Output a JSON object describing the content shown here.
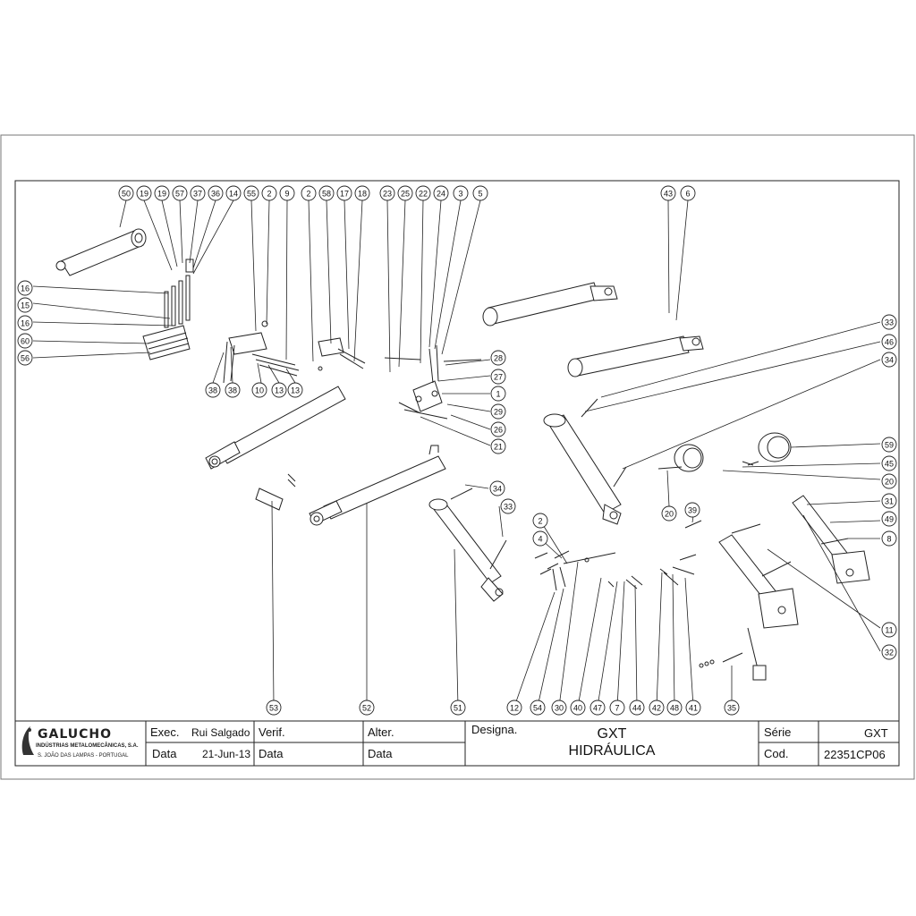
{
  "title_block": {
    "company": {
      "name": "GALUCHO",
      "line1": "INDÚSTRIAS METALOMECÂNICAS, S.A.",
      "line2": "S. JOÃO DAS LAMPAS - PORTUGAL"
    },
    "exec_label": "Exec.",
    "exec_value": "Rui Salgado",
    "exec_date_label": "Data",
    "exec_date_value": "21-Jun-13",
    "verif_label": "Verif.",
    "verif_date_label": "Data",
    "alter_label": "Alter.",
    "alter_date_label": "Data",
    "designa_label": "Designa.",
    "designa_line1": "GXT",
    "designa_line2": "HIDRÁULICA",
    "serie_label": "Série",
    "serie_value": "GXT",
    "cod_label": "Cod.",
    "cod_value": "22351CP06"
  },
  "balloons": {
    "top_row": [
      "50",
      "19",
      "19",
      "57",
      "37",
      "36",
      "14",
      "55",
      "2",
      "9",
      "2",
      "58",
      "17",
      "18",
      "23",
      "25",
      "22",
      "24",
      "3",
      "5",
      "43",
      "6"
    ],
    "left_col": [
      "16",
      "15",
      "16",
      "60",
      "56"
    ],
    "under_valve": [
      "38",
      "38",
      "10",
      "13",
      "13"
    ],
    "center_right": [
      "28",
      "27",
      "1",
      "29",
      "26",
      "21"
    ],
    "right_col": [
      "33",
      "46",
      "34",
      "59",
      "45",
      "20",
      "31",
      "49",
      "8",
      "11",
      "32"
    ],
    "middle": [
      "34",
      "33",
      "20",
      "39",
      "2",
      "4"
    ],
    "bottom_row": [
      "53",
      "52",
      "51",
      "12",
      "54",
      "30",
      "40",
      "47",
      "7",
      "44",
      "42",
      "48",
      "41",
      "35"
    ]
  }
}
